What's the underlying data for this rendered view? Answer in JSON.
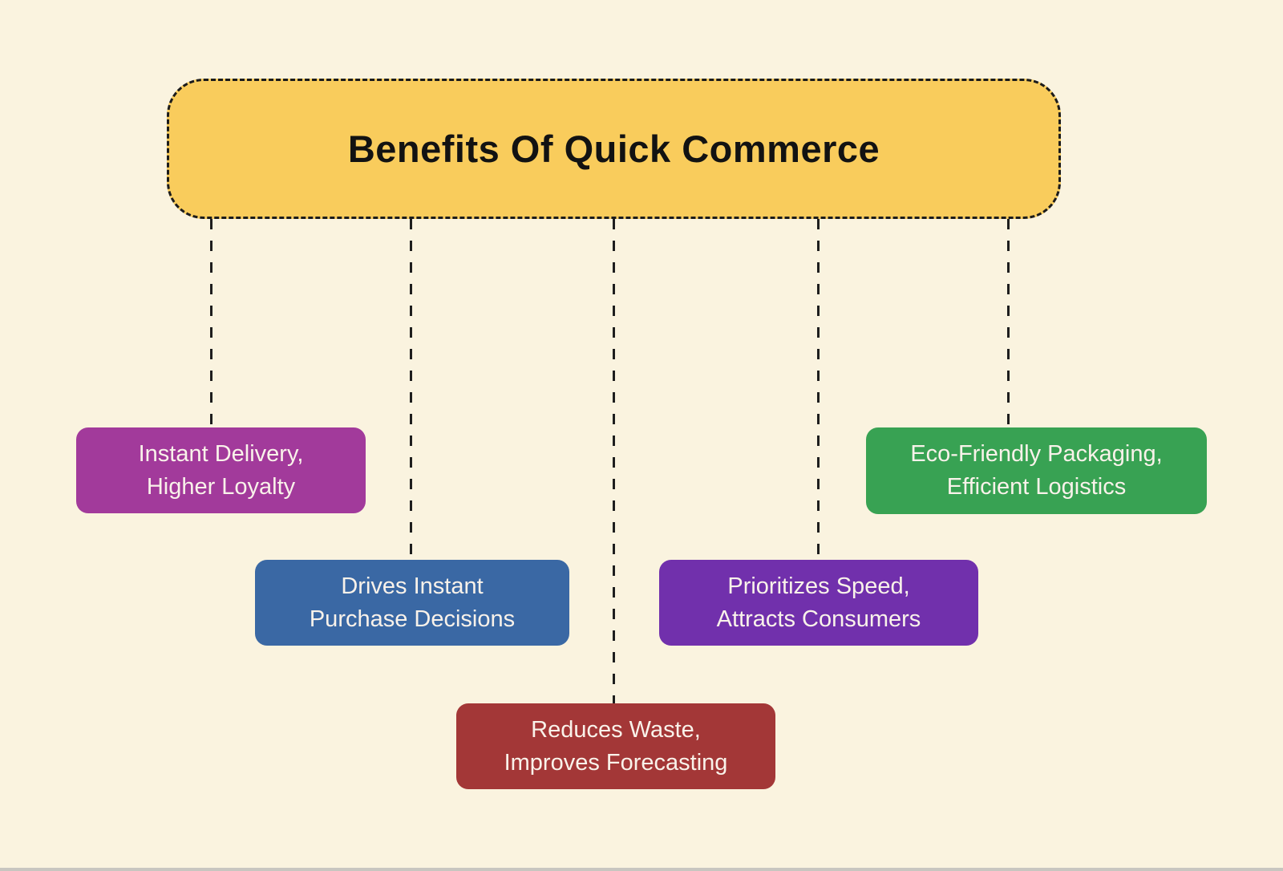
{
  "background_color": "#FAF3DF",
  "title": {
    "text": "Benefits Of Quick Commerce",
    "fill_color": "#F9CC5C",
    "border_color": "#1B1B1B",
    "text_color": "#121212"
  },
  "connector_color": "#1E1E1E",
  "nodes": [
    {
      "line1": "Instant Delivery,",
      "line2": "Higher Loyalty",
      "color": "#A23A9B"
    },
    {
      "line1": "Drives Instant",
      "line2": "Purchase Decisions",
      "color": "#3A68A4"
    },
    {
      "line1": "Reduces Waste,",
      "line2": "Improves Forecasting",
      "color": "#A33737"
    },
    {
      "line1": "Prioritizes Speed,",
      "line2": "Attracts Consumers",
      "color": "#7130AC"
    },
    {
      "line1": "Eco-Friendly Packaging,",
      "line2": "Efficient Logistics",
      "color": "#38A253"
    }
  ]
}
